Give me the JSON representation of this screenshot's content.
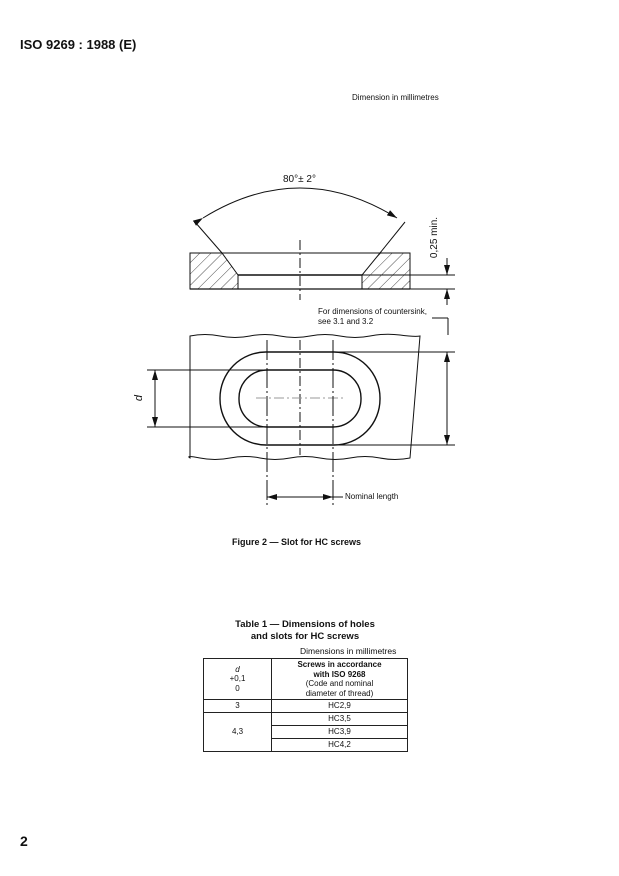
{
  "header": "ISO 9269 : 1988 (E)",
  "units_note": "Dimension in millimetres",
  "figure": {
    "angle_label": "80°± 2°",
    "depth_label": "0,25 min.",
    "countersink_note_1": "For dimensions of countersink,",
    "countersink_note_2": "see 3.1 and 3.2",
    "d_label": "d",
    "nominal_length_label": "Nominal length",
    "caption": "Figure 2 — Slot for HC screws"
  },
  "table": {
    "title_1": "Table 1 — Dimensions of holes",
    "title_2": "and slots for HC screws",
    "units": "Dimensions in millimetres",
    "col1_header": [
      "d",
      "+0,1",
      "0"
    ],
    "col2_header": [
      "Screws in accordance",
      "with ISO 9268",
      "(Code and nominal",
      "diameter of thread)"
    ],
    "rows": [
      {
        "d": "3",
        "screws": [
          "HC2,9"
        ]
      },
      {
        "d": "4,3",
        "screws": [
          "HC3,5",
          "HC3,9",
          "HC4,2"
        ]
      }
    ]
  },
  "page_number": "2"
}
